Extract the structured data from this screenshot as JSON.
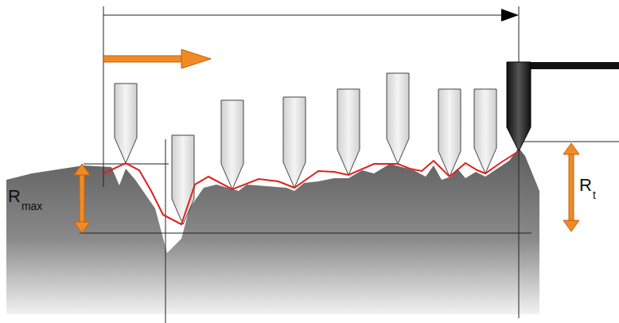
{
  "diagram": {
    "labels": [
      "R",
      "max",
      "R",
      "t"
    ]
  }
}
